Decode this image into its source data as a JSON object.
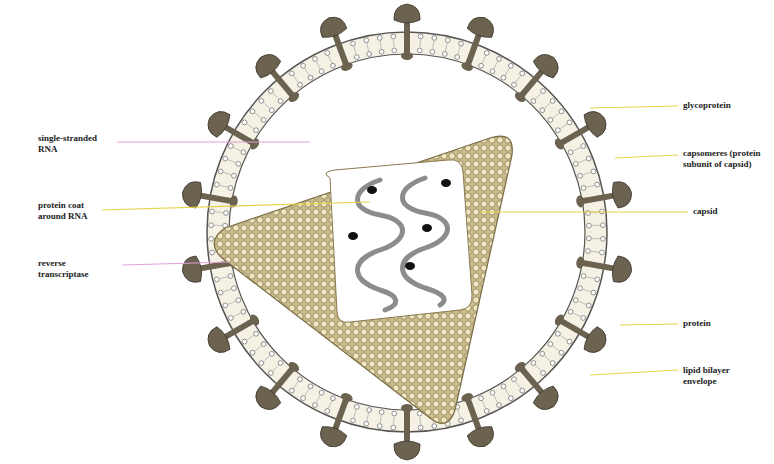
{
  "diagram": {
    "labels": [
      "glycoprotein",
      "single-stranded RNA",
      "capsomeres (protein subunit of capsid)",
      "protein coat around RNA",
      "capsid",
      "reverse transcriptase",
      "protein",
      "lipid bilayer envelope"
    ]
  }
}
